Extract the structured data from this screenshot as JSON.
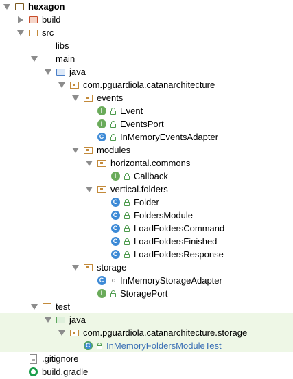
{
  "tree": {
    "hexagon": "hexagon",
    "build": "build",
    "src": "src",
    "libs": "libs",
    "main": "main",
    "java_main": "java",
    "pkg_main": "com.pguardiola.catanarchitecture",
    "events": "events",
    "event": "Event",
    "events_port": "EventsPort",
    "inmemory_events_adapter": "InMemoryEventsAdapter",
    "modules": "modules",
    "horizontal_commons": "horizontal.commons",
    "callback": "Callback",
    "vertical_folders": "vertical.folders",
    "folder": "Folder",
    "folders_module": "FoldersModule",
    "load_folders_command": "LoadFoldersCommand",
    "load_folders_finished": "LoadFoldersFinished",
    "load_folders_response": "LoadFoldersResponse",
    "storage": "storage",
    "inmemory_storage_adapter": "InMemoryStorageAdapter",
    "storage_port": "StoragePort",
    "test": "test",
    "java_test": "java",
    "pkg_test": "com.pguardiola.catanarchitecture.storage",
    "inmemory_folders_module_test": "InMemoryFoldersModuleTest",
    "gitignore": ".gitignore",
    "build_gradle": "build.gradle"
  },
  "badges": {
    "interface": "I",
    "class": "C"
  },
  "colors": {
    "test_background": "#eef7e6",
    "test_link": "#3a6fb5"
  }
}
